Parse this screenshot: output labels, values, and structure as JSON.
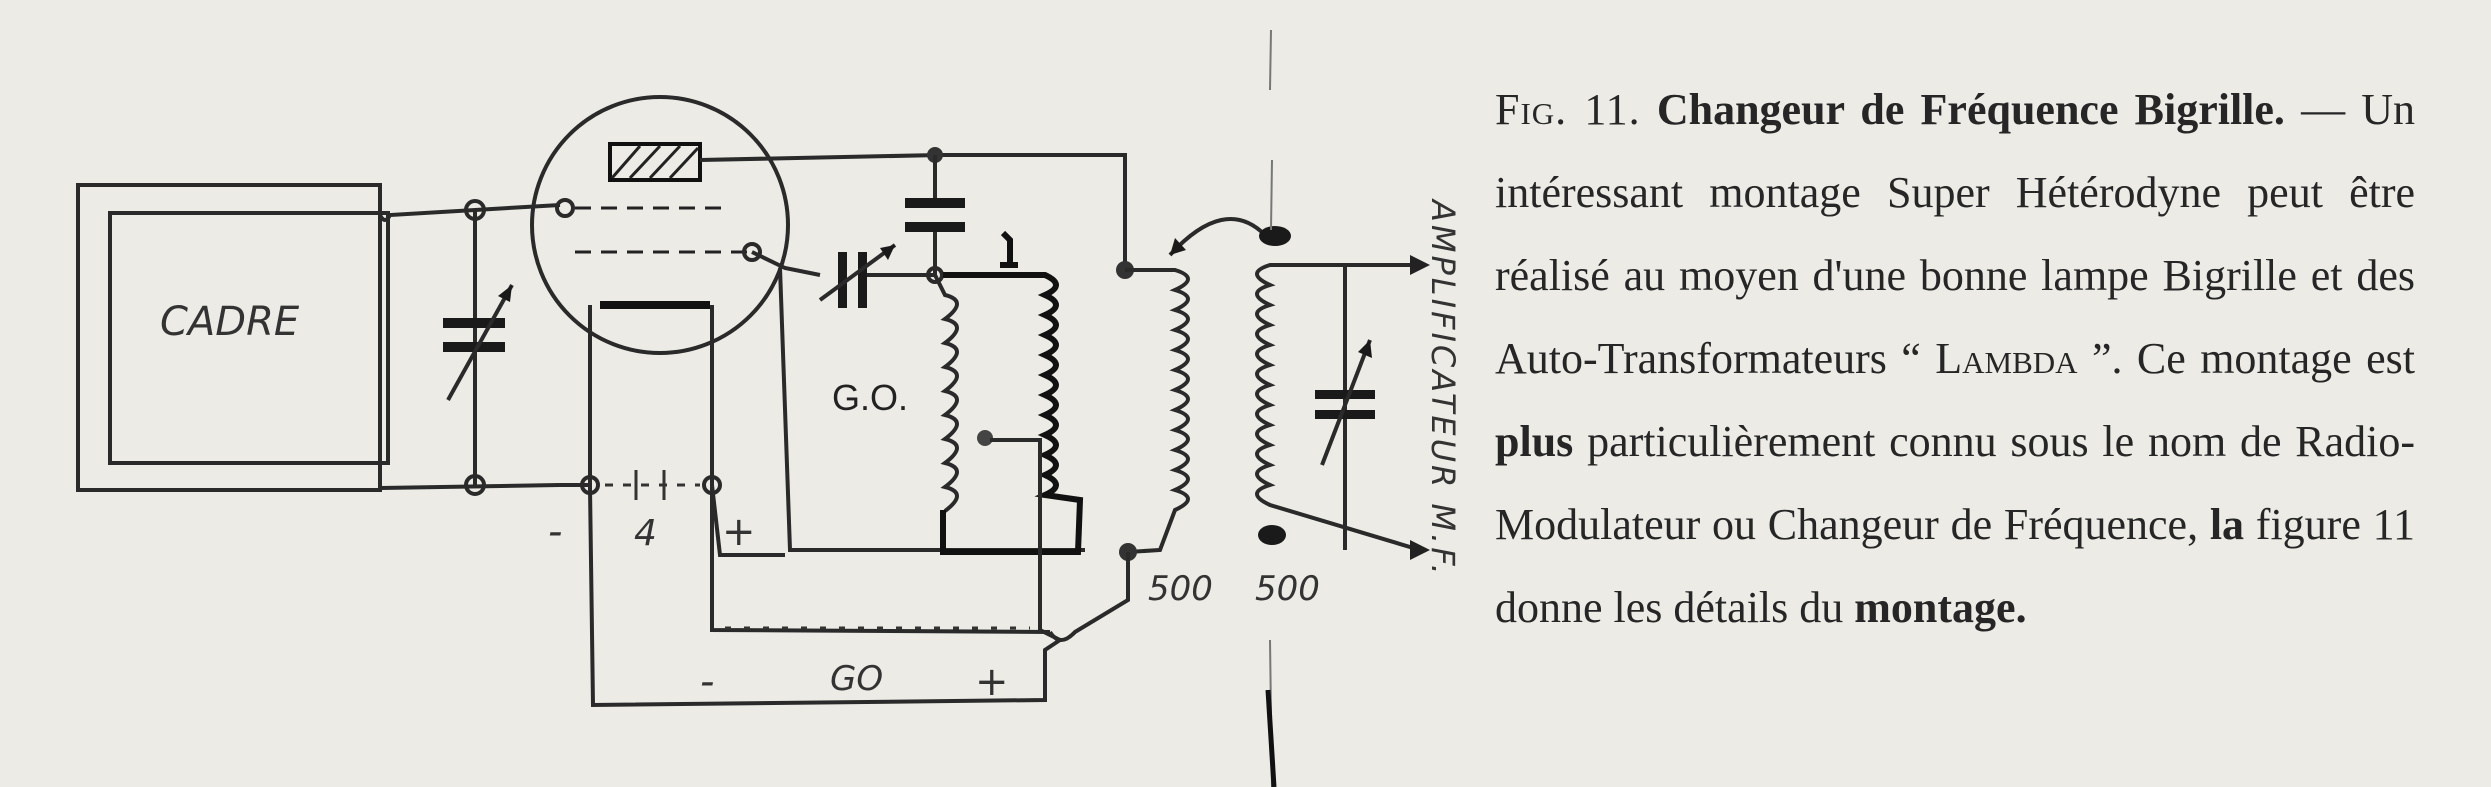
{
  "diagram": {
    "labels": {
      "cadre": "CADRE",
      "go": "G.O.",
      "battery_4_minus": "-",
      "battery_4_value": "4",
      "battery_4_plus": "+",
      "battery_go_minus": "-",
      "battery_go_value": "GO",
      "battery_go_plus": "+",
      "coil_left_value": "500",
      "coil_right_value": "500",
      "amplifier_label": "AMPLIFICATEUR M.F."
    }
  },
  "caption": {
    "fig_label": "Fig. 11.",
    "title": "Changeur de Fréquence Bigrille.",
    "dash": " — ",
    "body_1": "Un intéressant montage Super Hétérodyne peut être réalisé au moyen d'une bonne lampe Bigrille et des Auto-Transformateurs “ ",
    "lambda": "Lambda",
    "body_2": " ”. Ce montage est ",
    "bold_1": "plus",
    "body_3": " particulièrement connu sous le nom de Radio-Modulateur ou Changeur de Fréquence, ",
    "bold_2": "la",
    "body_4": " figure 11 donne les détails du ",
    "bold_3": "montage."
  }
}
